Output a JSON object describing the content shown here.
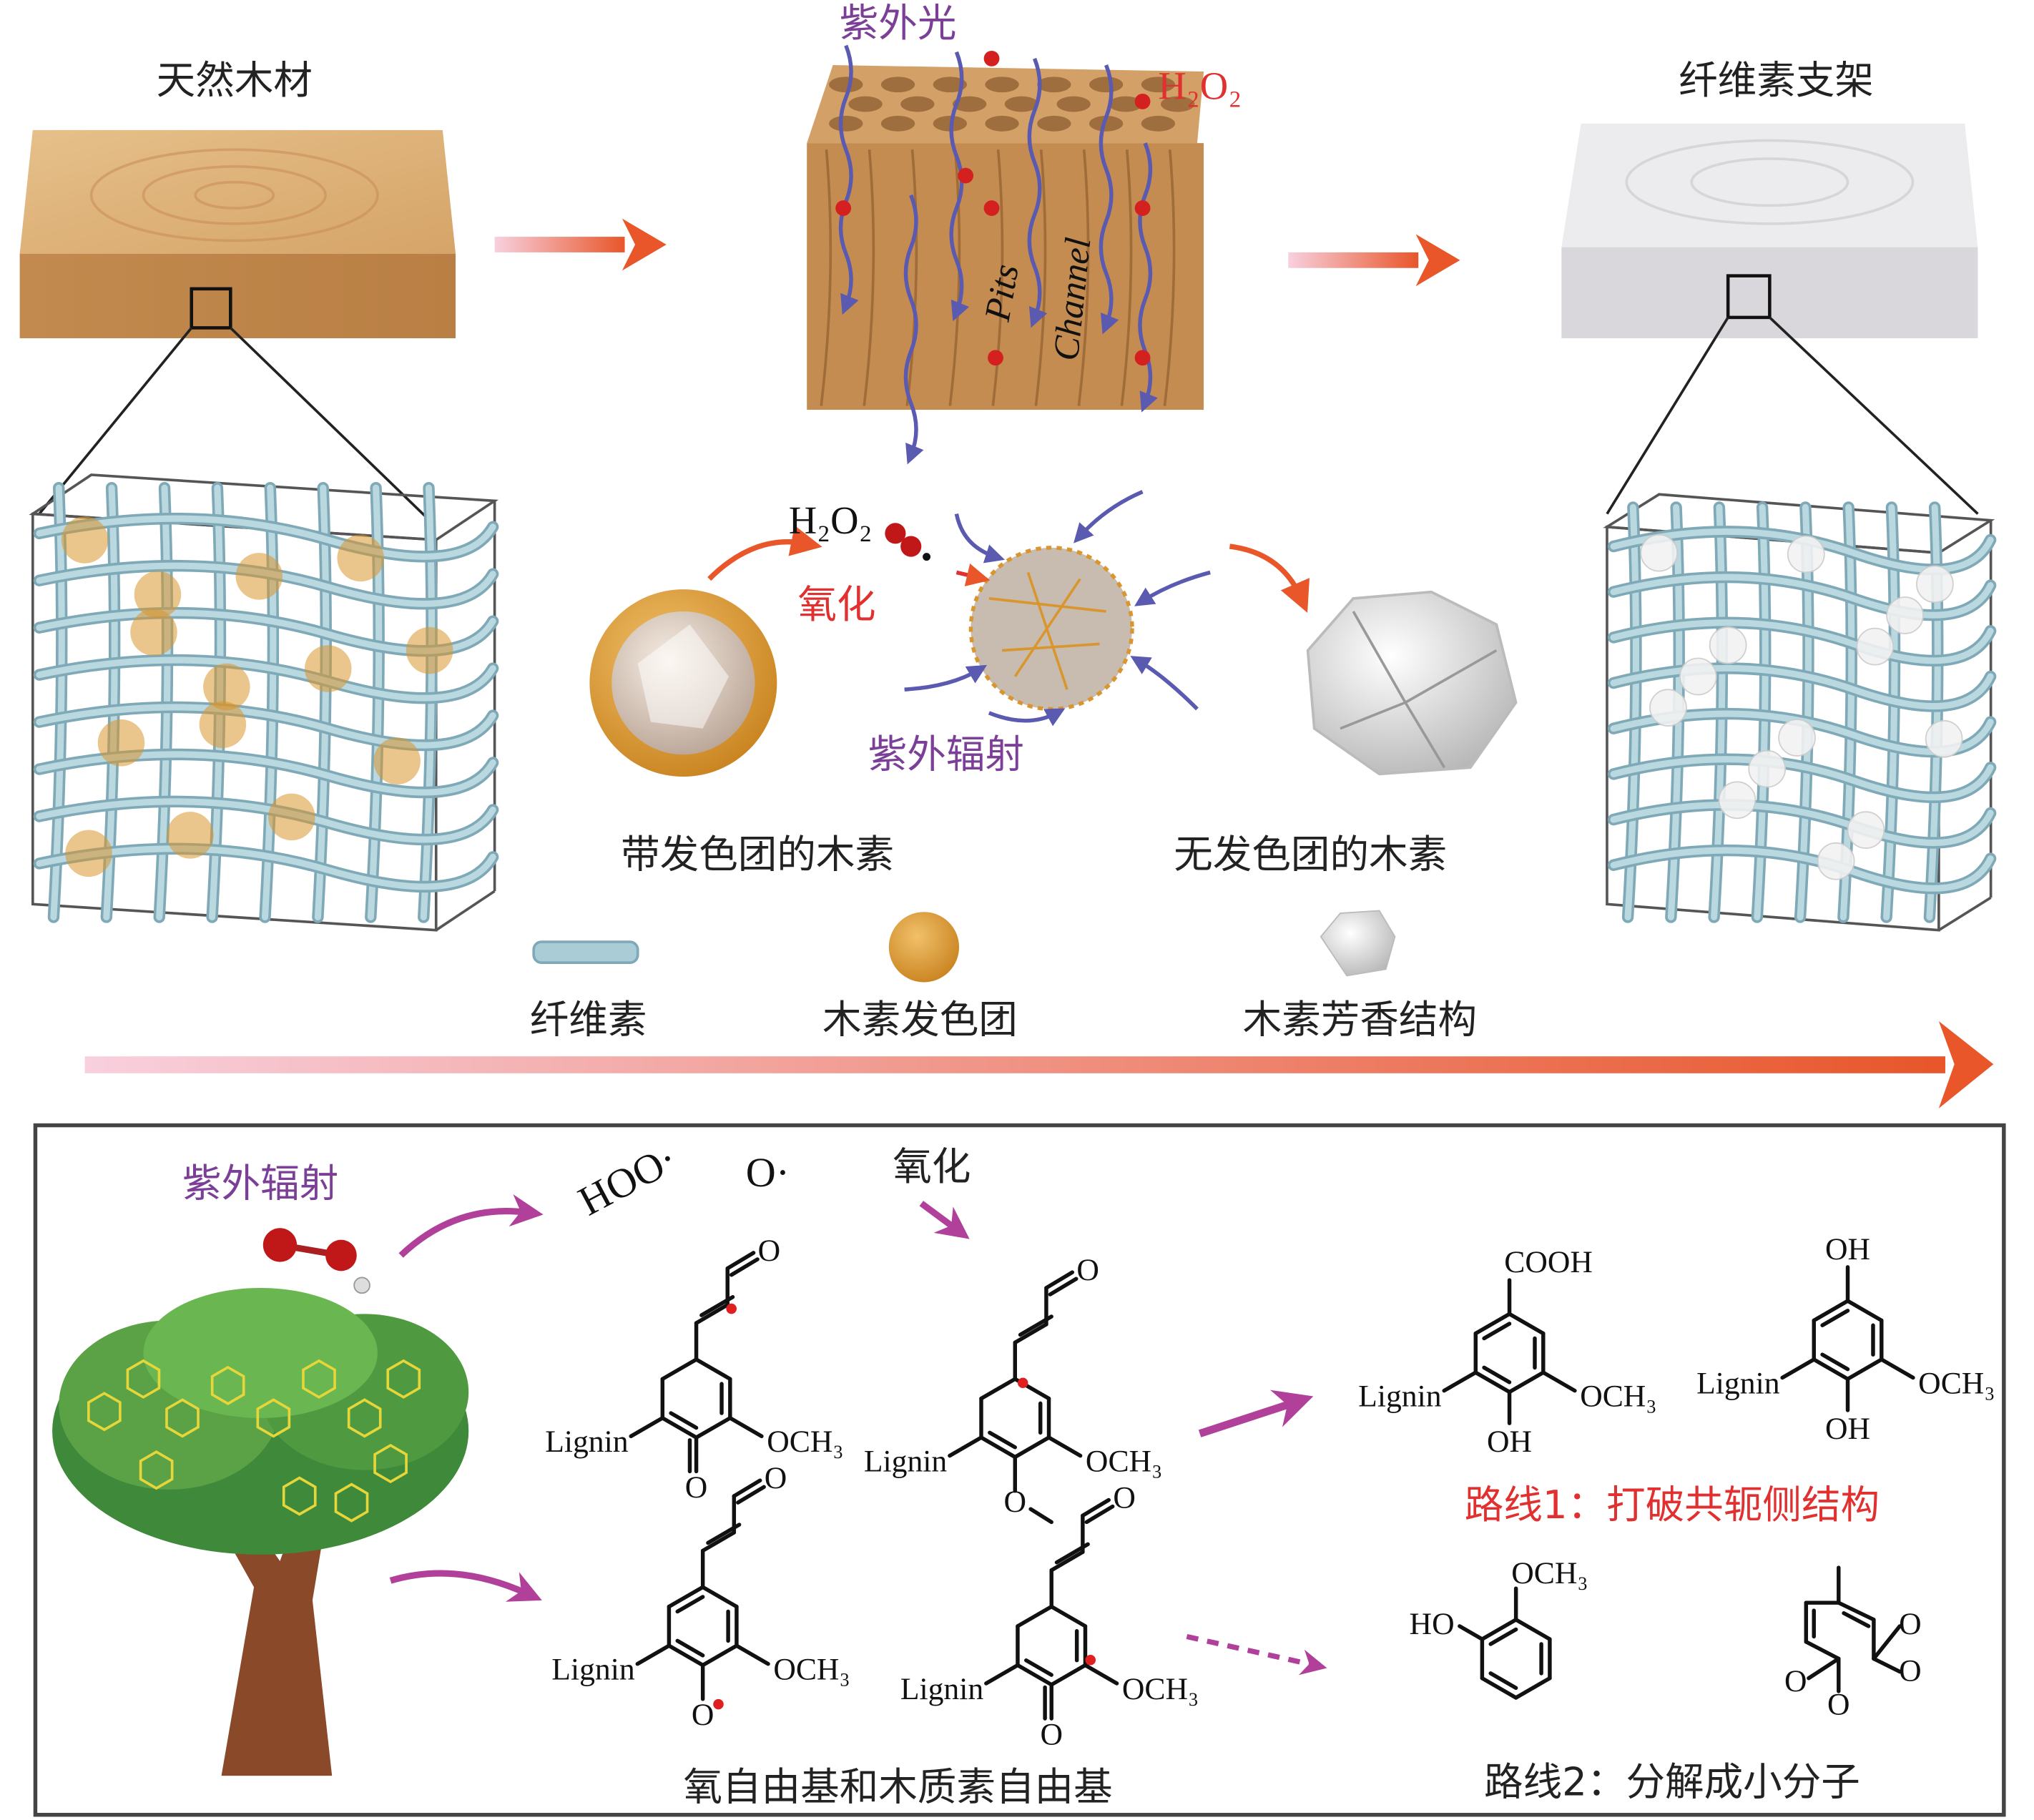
{
  "top": {
    "natural_wood": "天然木材",
    "uv_light": "紫外光",
    "h2o2": "H₂O₂",
    "pits": "Pits",
    "channel": "Channel",
    "cellulose_scaffold": "纤维素支架"
  },
  "middle": {
    "h2o2": "H₂O₂",
    "oxidation": "氧化",
    "uv_radiation": "紫外辐射",
    "lignin_with_chromophore": "带发色团的木素",
    "lignin_without_chromophore": "无发色团的木素"
  },
  "legend": {
    "cellulose": "纤维素",
    "lignin_chromophore": "木素发色团",
    "lignin_aromatic": "木素芳香结构"
  },
  "bottom": {
    "uv_radiation": "紫外辐射",
    "hoo_radical": "HOO·",
    "o_radical": "O·",
    "oxidation": "氧化",
    "lignin": "Lignin",
    "och3": "OCH₃",
    "o": "O",
    "oh": "OH",
    "cooh": "COOH",
    "ho": "HO",
    "radicals_caption": "氧自由基和木质素自由基",
    "route1": "路线1：打破共轭侧结构",
    "route2": "路线2：分解成小分子"
  },
  "colors": {
    "purple": "#7b3f98",
    "red": "#e03030",
    "arrow_orange": "#e8562a",
    "arrow_pink": "#f6c6d6",
    "magenta_arrow": "#b0409a",
    "wood": "#c89a5e",
    "cellulose": "#a9ccd6",
    "chromophore": "#d9962e"
  }
}
